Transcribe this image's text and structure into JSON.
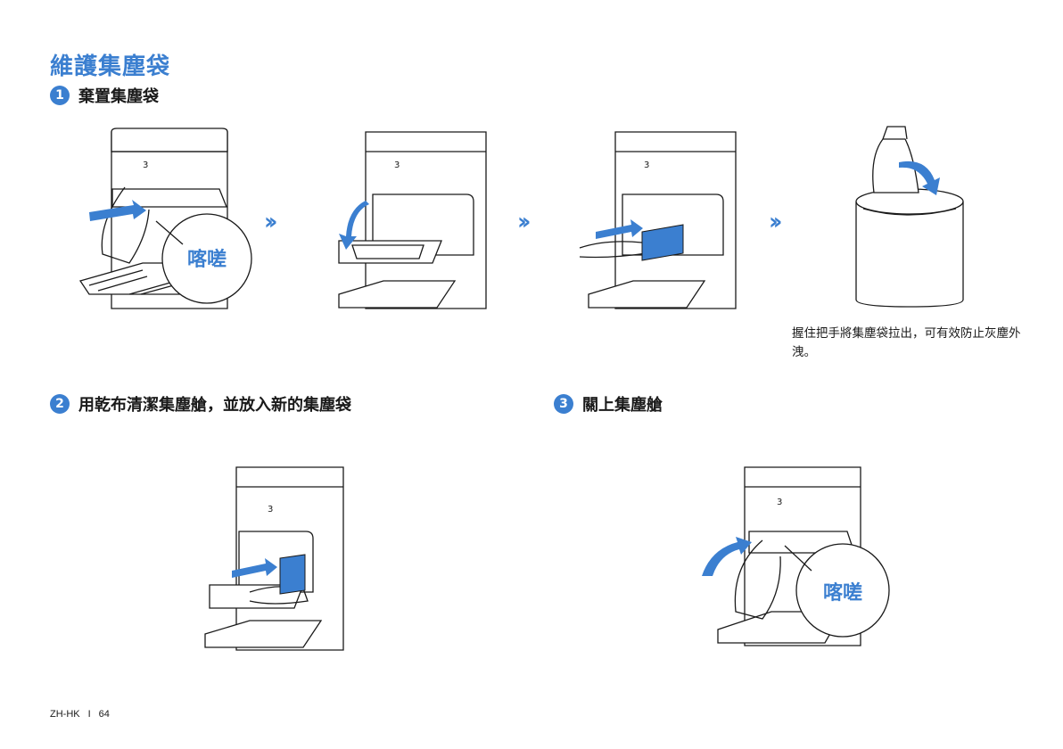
{
  "page_title": "維護集塵袋",
  "steps": [
    {
      "num": "1",
      "title": "棄置集塵袋"
    },
    {
      "num": "2",
      "title": "用乾布清潔集塵艙，並放入新的集塵袋"
    },
    {
      "num": "3",
      "title": "關上集塵艙"
    }
  ],
  "click_label": "喀嗟",
  "caption": "握住把手將集塵袋拉出，可有效防止灰塵外洩。",
  "footer": {
    "lang": "ZH-HK",
    "page": "64"
  },
  "colors": {
    "accent": "#3b7fd0",
    "line": "#1a1a1a"
  }
}
